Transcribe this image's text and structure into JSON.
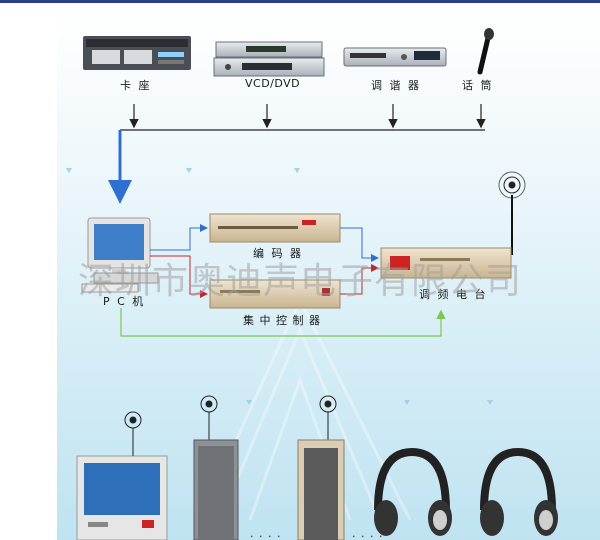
{
  "labels": {
    "cassette": "卡  座",
    "vcd_dvd": "VCD/DVD",
    "tuner": "调  谐  器",
    "microphone": "话  筒",
    "pc": "P C  机",
    "encoder": "编  码  器",
    "central_controller": "集 中 控 制 器",
    "fm_station": "调  频  电  台"
  },
  "watermark": "深圳市奥迪声电子有限公司",
  "ellipsis": ". . . .",
  "colors": {
    "blue_arrow": "#2f6fd0",
    "green_line": "#7ac84e",
    "red_arrow": "#c0282b",
    "device_gold": "#d9c7a8"
  }
}
